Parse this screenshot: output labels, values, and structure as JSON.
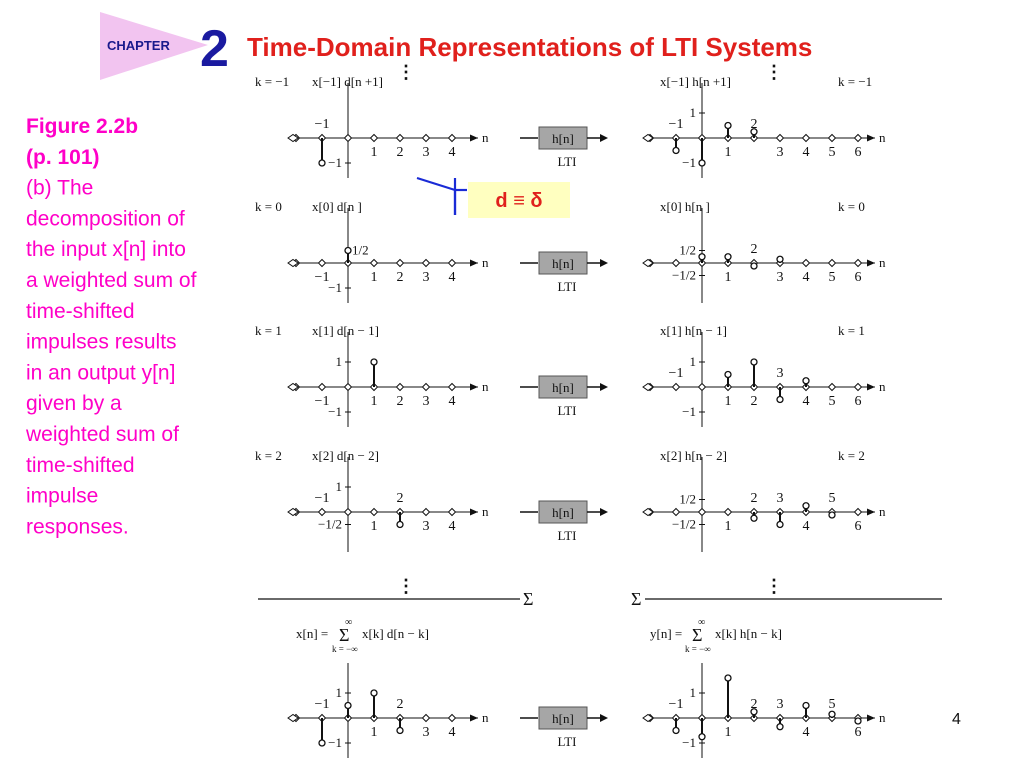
{
  "header": {
    "chapter_label": "CHAPTER",
    "chapter_number": "2",
    "title": "Time-Domain Representations of LTI Systems"
  },
  "caption": {
    "lines": [
      {
        "text": "Figure 2.2b",
        "bold": true
      },
      {
        "text": "(p. 101)",
        "bold": true
      },
      {
        "text": "(b) The",
        "bold": false
      },
      {
        "text": "decomposition of",
        "bold": false
      },
      {
        "text": "the input x[n] into",
        "bold": false
      },
      {
        "text": "a weighted sum of",
        "bold": false
      },
      {
        "text": "time-shifted",
        "bold": false
      },
      {
        "text": "impulses results",
        "bold": false
      },
      {
        "text": "in an output y[n]",
        "bold": false
      },
      {
        "text": "given by a",
        "bold": false
      },
      {
        "text": "weighted sum of",
        "bold": false
      },
      {
        "text": "time-shifted",
        "bold": false
      },
      {
        "text": "impulse",
        "bold": false
      },
      {
        "text": "responses.",
        "bold": false
      }
    ]
  },
  "note": {
    "text": "d ≡ δ"
  },
  "colors": {
    "title": "#e0201c",
    "caption": "#ff00c8",
    "chapter_number": "#1a1aa0",
    "chapter_triangle": "#f2c4f0",
    "note_bg": "#ffffc0",
    "note_line": "#1a2bd6"
  },
  "system_box": {
    "label": "h[n]",
    "sublabel": "LTI"
  },
  "axis_label": "n",
  "rows": [
    {
      "k_label": "k = −1",
      "input": {
        "label": "x[−1] d[n +1]",
        "stems": [
          {
            "n": -1,
            "v": -1
          }
        ],
        "tick_labels": [
          {
            "n": -1,
            "text": "−1",
            "pos": "above"
          },
          {
            "n": 1,
            "text": "1",
            "pos": "below"
          },
          {
            "n": 2,
            "text": "2",
            "pos": "below"
          },
          {
            "n": 3,
            "text": "3",
            "pos": "below"
          },
          {
            "n": 4,
            "text": "4",
            "pos": "below"
          }
        ],
        "y_labels": [
          {
            "v": -1,
            "text": "−1"
          }
        ]
      },
      "output": {
        "label": "x[−1] h[n +1]",
        "k_side": "k = −1",
        "stems": [
          {
            "n": -1,
            "v": -0.5
          },
          {
            "n": 0,
            "v": -1
          },
          {
            "n": 1,
            "v": 0.5
          },
          {
            "n": 2,
            "v": 0.25
          }
        ],
        "tick_labels": [
          {
            "n": -1,
            "text": "−1",
            "pos": "above"
          },
          {
            "n": 1,
            "text": "1",
            "pos": "below"
          },
          {
            "n": 2,
            "text": "2",
            "pos": "above"
          },
          {
            "n": 3,
            "text": "3",
            "pos": "below"
          },
          {
            "n": 4,
            "text": "4",
            "pos": "below"
          },
          {
            "n": 5,
            "text": "5",
            "pos": "below"
          },
          {
            "n": 6,
            "text": "6",
            "pos": "below"
          }
        ],
        "y_labels": [
          {
            "v": 1,
            "text": "1"
          },
          {
            "v": -1,
            "text": "−1"
          }
        ]
      }
    },
    {
      "k_label": "k = 0",
      "input": {
        "label": "x[0] d[n ]",
        "stems": [
          {
            "n": 0,
            "v": 0.5
          }
        ],
        "tick_labels": [
          {
            "n": -1,
            "text": "−1",
            "pos": "below"
          },
          {
            "n": 1,
            "text": "1",
            "pos": "below"
          },
          {
            "n": 2,
            "text": "2",
            "pos": "below"
          },
          {
            "n": 3,
            "text": "3",
            "pos": "below"
          },
          {
            "n": 4,
            "text": "4",
            "pos": "below"
          }
        ],
        "y_labels": [
          {
            "v": -1,
            "text": "−1"
          }
        ],
        "value_labels": [
          {
            "n": 0,
            "v": 0.5,
            "text": "1/2"
          }
        ]
      },
      "output": {
        "label": "x[0] h[n ]",
        "k_side": "k = 0",
        "stems": [
          {
            "n": 0,
            "v": 0.25
          },
          {
            "n": 1,
            "v": 0.25
          },
          {
            "n": 2,
            "v": -0.12
          },
          {
            "n": 3,
            "v": 0.15
          }
        ],
        "tick_labels": [
          {
            "n": 1,
            "text": "1",
            "pos": "below"
          },
          {
            "n": 2,
            "text": "2",
            "pos": "above"
          },
          {
            "n": 3,
            "text": "3",
            "pos": "below"
          },
          {
            "n": 4,
            "text": "4",
            "pos": "below"
          },
          {
            "n": 5,
            "text": "5",
            "pos": "below"
          },
          {
            "n": 6,
            "text": "6",
            "pos": "below"
          }
        ],
        "y_labels": [
          {
            "v": 0.5,
            "text": "1/2"
          },
          {
            "v": -0.5,
            "text": "−1/2"
          }
        ]
      }
    },
    {
      "k_label": "k = 1",
      "input": {
        "label": "x[1] d[n − 1]",
        "stems": [
          {
            "n": 1,
            "v": 1
          }
        ],
        "tick_labels": [
          {
            "n": -1,
            "text": "−1",
            "pos": "below"
          },
          {
            "n": 1,
            "text": "1",
            "pos": "below"
          },
          {
            "n": 2,
            "text": "2",
            "pos": "below"
          },
          {
            "n": 3,
            "text": "3",
            "pos": "below"
          },
          {
            "n": 4,
            "text": "4",
            "pos": "below"
          }
        ],
        "y_labels": [
          {
            "v": 1,
            "text": "1"
          },
          {
            "v": -1,
            "text": "−1"
          }
        ]
      },
      "output": {
        "label": "x[1] h[n − 1]",
        "k_side": "k = 1",
        "stems": [
          {
            "n": 1,
            "v": 0.5
          },
          {
            "n": 2,
            "v": 1
          },
          {
            "n": 3,
            "v": -0.5
          },
          {
            "n": 4,
            "v": 0.25
          }
        ],
        "tick_labels": [
          {
            "n": -1,
            "text": "−1",
            "pos": "above"
          },
          {
            "n": 1,
            "text": "1",
            "pos": "below"
          },
          {
            "n": 2,
            "text": "2",
            "pos": "below"
          },
          {
            "n": 3,
            "text": "3",
            "pos": "above"
          },
          {
            "n": 4,
            "text": "4",
            "pos": "below"
          },
          {
            "n": 5,
            "text": "5",
            "pos": "below"
          },
          {
            "n": 6,
            "text": "6",
            "pos": "below"
          }
        ],
        "y_labels": [
          {
            "v": 1,
            "text": "1"
          },
          {
            "v": -1,
            "text": "−1"
          }
        ]
      }
    },
    {
      "k_label": "k = 2",
      "input": {
        "label": "x[2] d[n − 2]",
        "stems": [
          {
            "n": 2,
            "v": -0.5
          }
        ],
        "tick_labels": [
          {
            "n": -1,
            "text": "−1",
            "pos": "above"
          },
          {
            "n": 1,
            "text": "1",
            "pos": "below"
          },
          {
            "n": 2,
            "text": "2",
            "pos": "above"
          },
          {
            "n": 3,
            "text": "3",
            "pos": "below"
          },
          {
            "n": 4,
            "text": "4",
            "pos": "below"
          }
        ],
        "y_labels": [
          {
            "v": 1,
            "text": "1"
          },
          {
            "v": -0.5,
            "text": "−1/2"
          }
        ]
      },
      "output": {
        "label": "x[2] h[n − 2]",
        "k_side": "k = 2",
        "stems": [
          {
            "n": 2,
            "v": -0.25
          },
          {
            "n": 3,
            "v": -0.5
          },
          {
            "n": 4,
            "v": 0.25
          },
          {
            "n": 5,
            "v": -0.12
          }
        ],
        "tick_labels": [
          {
            "n": 1,
            "text": "1",
            "pos": "below"
          },
          {
            "n": 2,
            "text": "2",
            "pos": "above"
          },
          {
            "n": 3,
            "text": "3",
            "pos": "above"
          },
          {
            "n": 4,
            "text": "4",
            "pos": "below"
          },
          {
            "n": 5,
            "text": "5",
            "pos": "above"
          },
          {
            "n": 6,
            "text": "6",
            "pos": "below"
          }
        ],
        "y_labels": [
          {
            "v": 0.5,
            "text": "1/2"
          },
          {
            "v": -0.5,
            "text": "−1/2"
          }
        ]
      }
    }
  ],
  "summation": {
    "left_symbol": "Σ",
    "right_symbol": "Σ"
  },
  "final": {
    "input_formula": {
      "lhs": "x[n] =",
      "sigma": "Σ",
      "upper": "∞",
      "lower": "k = −∞",
      "term": "x[k] d[n − k]"
    },
    "output_formula": {
      "lhs": "y[n] =",
      "sigma": "Σ",
      "upper": "∞",
      "lower": "k = −∞",
      "term": "x[k] h[n − k]"
    },
    "input": {
      "stems": [
        {
          "n": -1,
          "v": -1
        },
        {
          "n": 0,
          "v": 0.5
        },
        {
          "n": 1,
          "v": 1
        },
        {
          "n": 2,
          "v": -0.5
        }
      ],
      "tick_labels": [
        {
          "n": -1,
          "text": "−1",
          "pos": "above"
        },
        {
          "n": 1,
          "text": "1",
          "pos": "below"
        },
        {
          "n": 2,
          "text": "2",
          "pos": "above"
        },
        {
          "n": 3,
          "text": "3",
          "pos": "below"
        },
        {
          "n": 4,
          "text": "4",
          "pos": "below"
        }
      ],
      "y_labels": [
        {
          "v": 1,
          "text": "1"
        },
        {
          "v": -1,
          "text": "−1"
        }
      ]
    },
    "output": {
      "stems": [
        {
          "n": -1,
          "v": -0.5
        },
        {
          "n": 0,
          "v": -0.75
        },
        {
          "n": 1,
          "v": 1.6
        },
        {
          "n": 2,
          "v": 0.25
        },
        {
          "n": 3,
          "v": -0.35
        },
        {
          "n": 4,
          "v": 0.5
        },
        {
          "n": 5,
          "v": 0.15
        },
        {
          "n": 6,
          "v": -0.12
        }
      ],
      "tick_labels": [
        {
          "n": -1,
          "text": "−1",
          "pos": "above"
        },
        {
          "n": 1,
          "text": "1",
          "pos": "below"
        },
        {
          "n": 2,
          "text": "2",
          "pos": "above"
        },
        {
          "n": 3,
          "text": "3",
          "pos": "above"
        },
        {
          "n": 4,
          "text": "4",
          "pos": "below"
        },
        {
          "n": 5,
          "text": "5",
          "pos": "above"
        },
        {
          "n": 6,
          "text": "6",
          "pos": "below"
        }
      ],
      "y_labels": [
        {
          "v": 1,
          "text": "1"
        },
        {
          "v": -1,
          "text": "−1"
        }
      ]
    }
  },
  "vertical_dots": "⋮",
  "page_number": "4"
}
